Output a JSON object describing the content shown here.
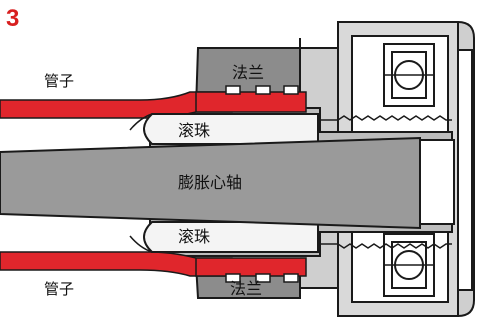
{
  "figure": {
    "step_number": "3",
    "labels": {
      "tube_top": "管子",
      "flange_top": "法兰",
      "roller_top": "滚珠",
      "mandrel": "膨胀心轴",
      "roller_bottom": "滚珠",
      "tube_bottom": "管子",
      "flange_bottom": "法兰"
    }
  },
  "colors": {
    "tube": "#e0262c",
    "flange": "#8c8c8c",
    "mandrel": "#9a9a9a",
    "roller": "#f4f4f4",
    "housing": "#bdbdbd",
    "outline": "#1a1a1a",
    "step_number": "#d81f1f"
  }
}
